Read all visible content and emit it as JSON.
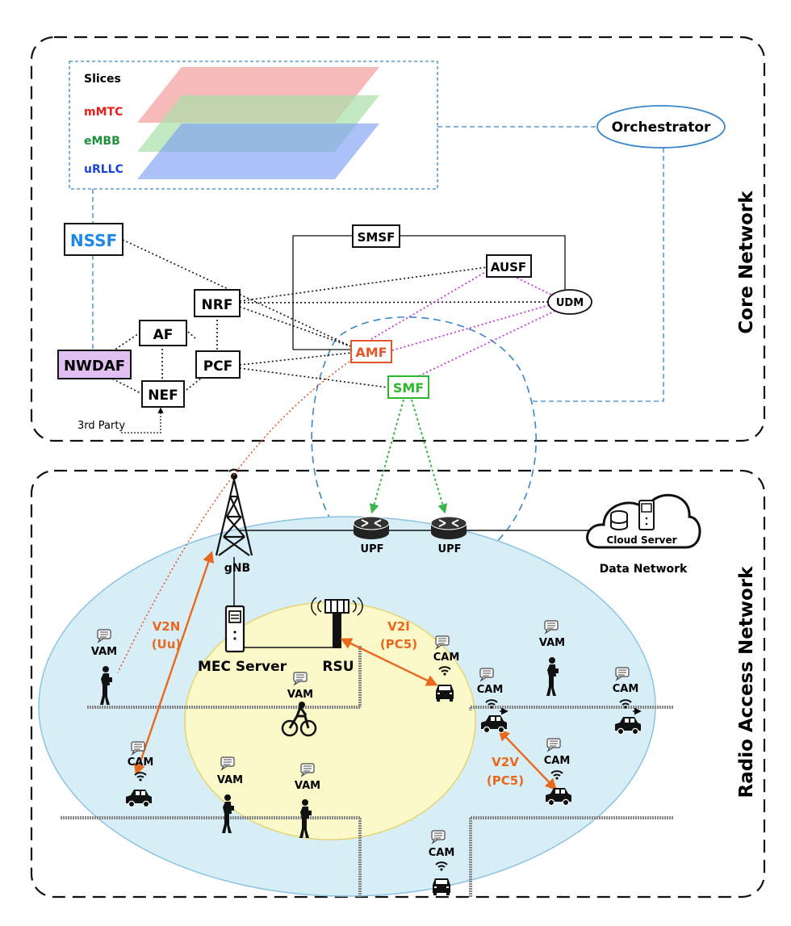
{
  "sections": {
    "core_label": "Core Network",
    "ran_label": "Radio Access Network"
  },
  "slices": {
    "title": "Slices",
    "items": [
      {
        "label": "mMTC",
        "color": "#e8201c",
        "fill": "#f4a3a3"
      },
      {
        "label": "eMBB",
        "color": "#1f8f3a",
        "fill": "#a9dfa9"
      },
      {
        "label": "uRLLC",
        "color": "#1a45d8",
        "fill": "#7e9ff2"
      }
    ]
  },
  "orchestrator": "Orchestrator",
  "network_functions": {
    "nssf": "NSSF",
    "nwdaf": "NWDAF",
    "af": "AF",
    "nef": "NEF",
    "nrf": "NRF",
    "pcf": "PCF",
    "smsf": "SMSF",
    "ausf": "AUSF",
    "udm": "UDM",
    "amf": "AMF",
    "smf": "SMF"
  },
  "third_party": "3rd Party",
  "ran": {
    "gnb": "gNB",
    "upf": "UPF",
    "cloud_server": "Cloud Server",
    "data_network": "Data Network",
    "mec_server": "MEC Server",
    "rsu": "RSU",
    "links": {
      "v2n": "V2N",
      "v2n_iface": "(Uu)",
      "v2i": "V2I",
      "v2i_iface": "(PC5)",
      "v2v": "V2V",
      "v2v_iface": "(PC5)"
    },
    "messages": {
      "vam": "VAM",
      "cam": "CAM"
    }
  },
  "colors": {
    "nssf_text": "#1e88e5",
    "nwdaf_fill": "#e1bff2",
    "amf": "#e4572e",
    "smf": "#2db92d",
    "link_orange": "#e8691d",
    "purple_dotted": "#c03ad6",
    "green_dotted": "#3cb84a",
    "dashed_blue": "#3a86c8",
    "ran_ellipse": "#d8eef7",
    "mec_ellipse": "#fbf8c9"
  }
}
